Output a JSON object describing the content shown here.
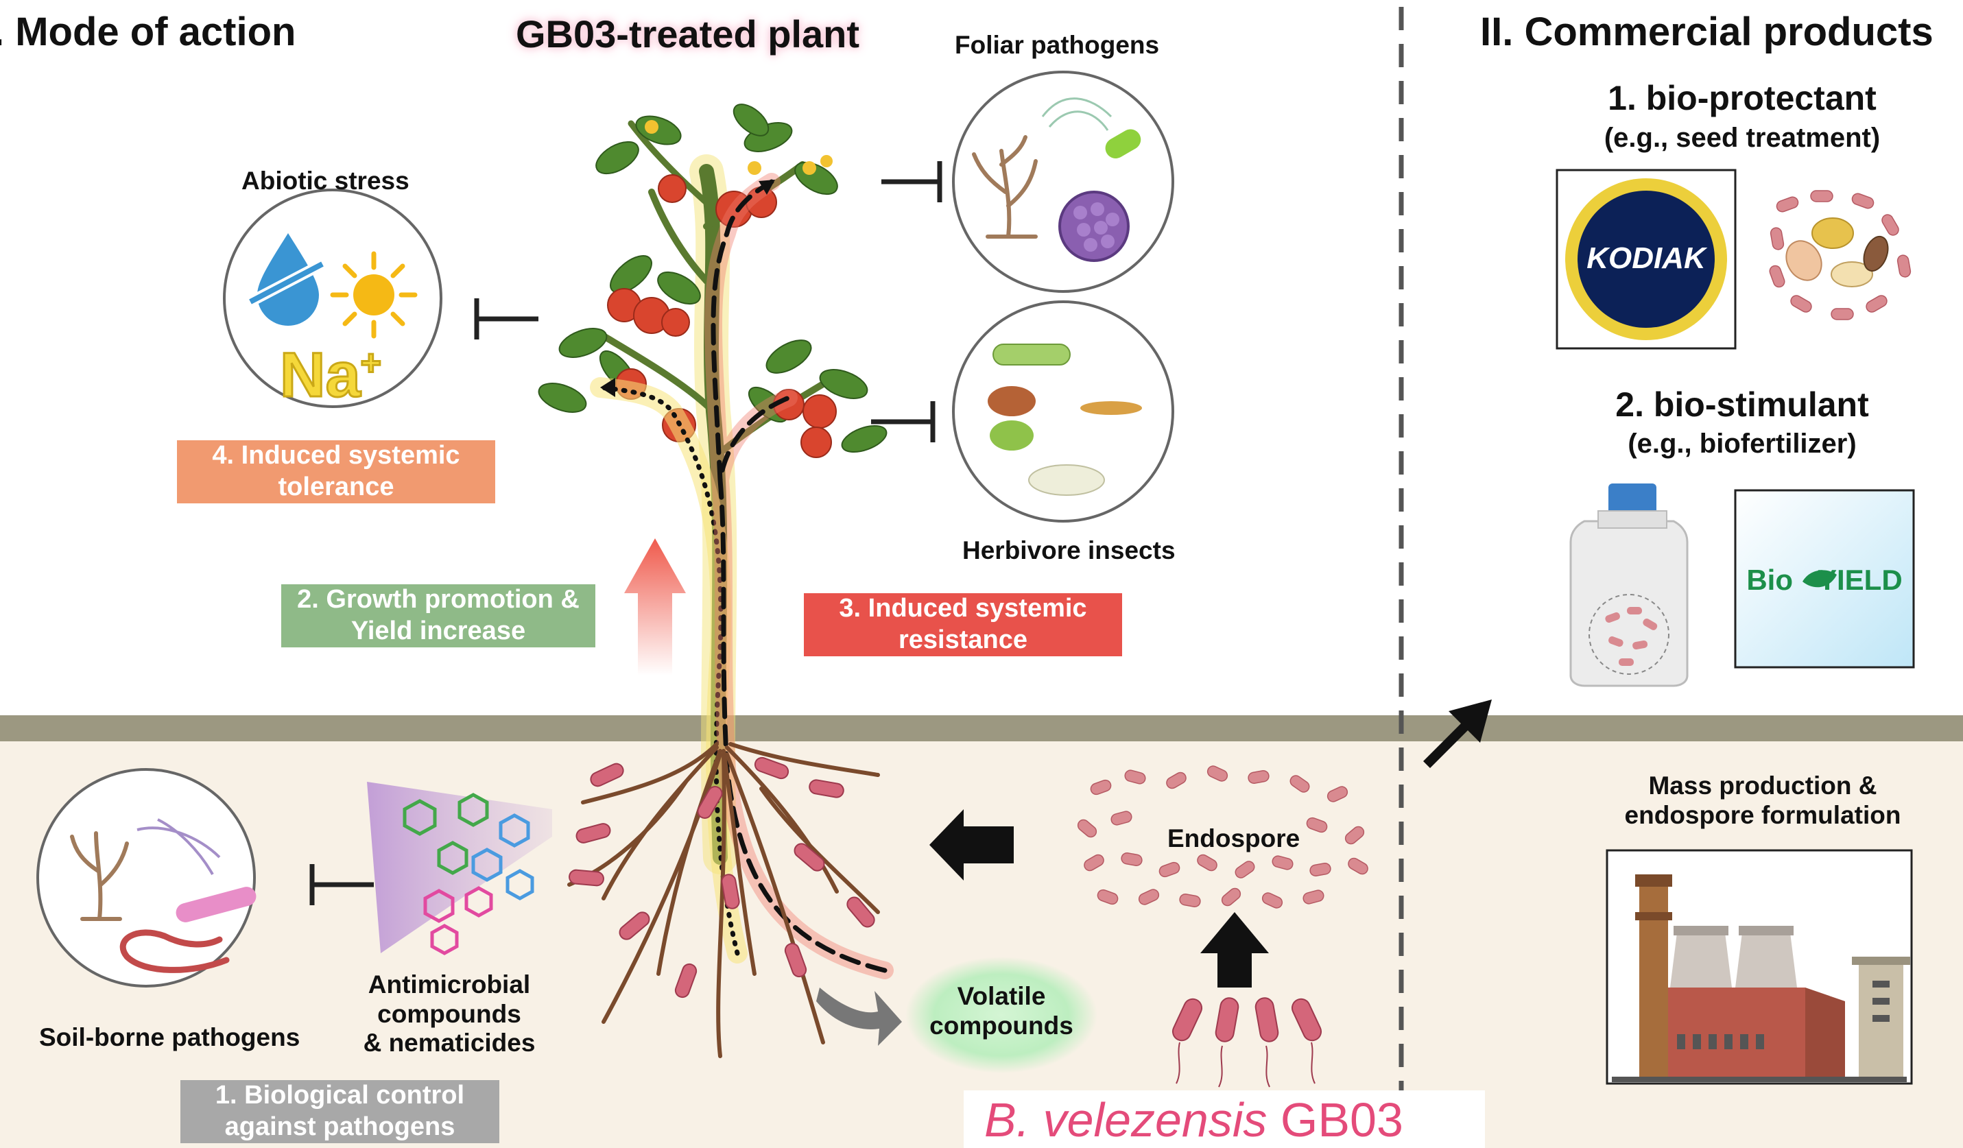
{
  "section1": {
    "title": ". Mode of action",
    "plant_title": "GB03-treated plant"
  },
  "section2": {
    "title": "II. Commercial products",
    "item1_title": "1. bio-protectant",
    "item1_sub": "(e.g., seed treatment)",
    "kodiak_logo": "KODIAK",
    "item2_title": "2. bio-stimulant",
    "item2_sub": "(e.g., biofertilizer)",
    "bioyield_left": "Bio",
    "bioyield_right": "YIELD",
    "mass_line1": "Mass production &",
    "mass_line2": "endospore formulation"
  },
  "labels": {
    "abiotic": "Abiotic stress",
    "na": "Na",
    "na_sup": "+",
    "foliar": "Foliar pathogens",
    "herbivore": "Herbivore insects",
    "soil": "Soil-borne pathogens",
    "antimicrobial_1": "Antimicrobial",
    "antimicrobial_2": "compounds",
    "antimicrobial_3": "& nematicides",
    "endospore": "Endospore",
    "volatile_1": "Volatile",
    "volatile_2": "compounds",
    "species_italic": "B. velezensis",
    "strain": "GB03"
  },
  "boxes": {
    "b1_l1": "1. Biological control",
    "b1_l2": "against pathogens",
    "b2_l1": "2. Growth promotion &",
    "b2_l2": "Yield increase",
    "b3_l1": "3. Induced systemic",
    "b3_l2": "resistance",
    "b4_l1": "4. Induced systemic",
    "b4_l2": "tolerance"
  },
  "colors": {
    "ground": "#9c9881",
    "soil": "#f8f1e6",
    "box1": "#a8a8a8",
    "box2": "#8fba88",
    "box3": "#e8524b",
    "box4": "#f19a70",
    "accent": "#e44b7a",
    "kodiak_navy": "#0c2157",
    "kodiak_gold": "#eccf3b",
    "bioyield_green": "#1c8f4a"
  }
}
